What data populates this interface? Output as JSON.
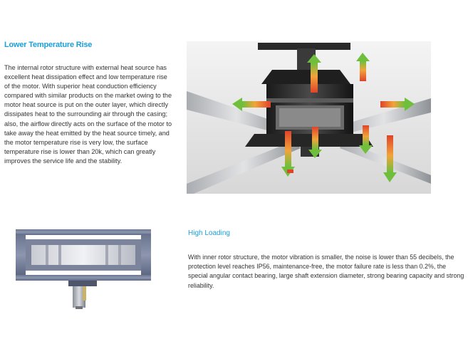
{
  "section1": {
    "title": "Lower Temperature Rise",
    "body": "The internal rotor structure with external heat source has excellent heat dissipation effect and low temperature rise of the motor. With superior heat conduction efficiency compared with similar products on the market owing to the motor heat source is put on the outer layer, which directly dissipates heat to the surrounding air through the casing; also, the airflow directly acts on the surface of the motor to take away the heat emitted by the heat source timely, and the motor temperature rise is very low, the surface temperature rise is lower than 20k, which can greatly improves the service life and the stability."
  },
  "section2": {
    "title": "High Loading",
    "body": "With inner rotor structure, the motor vibration is smaller, the noise is lower than 55 decibels, the protection level reaches IP56, maintenance-free, the motor failure rate is less than 0.2%, the special angular contact bearing, large shaft extension diameter, strong bearing capacity and strong reliability."
  },
  "colors": {
    "heading": "#1b9fd6",
    "text": "#333333",
    "arrow_hot": "#e0432a",
    "arrow_warm": "#f2a43a",
    "arrow_cool": "#6fbf3c"
  },
  "images": {
    "motor_heat_diagram": "fan-motor-heat-flow-illustration",
    "motor_cross_section": "motor-cross-section-illustration"
  }
}
